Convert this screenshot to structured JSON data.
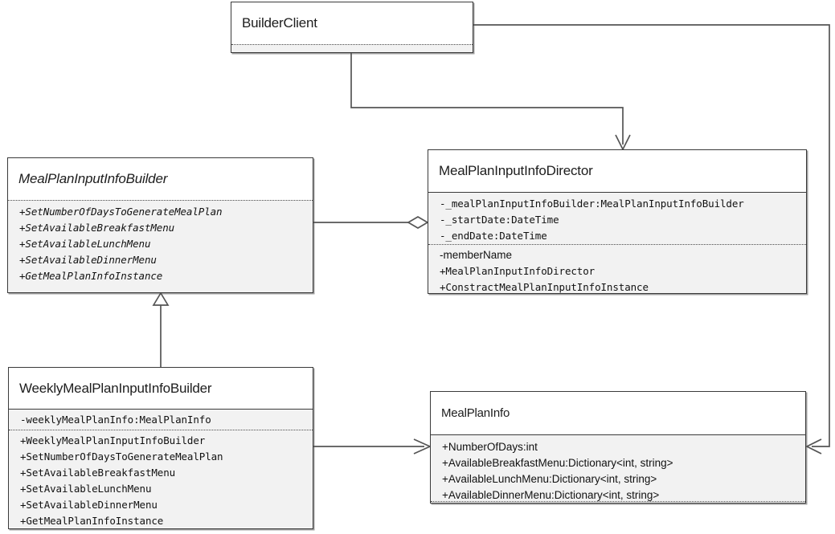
{
  "diagram": {
    "kind": "uml-class-diagram",
    "title": "Builder pattern meal plan class diagram",
    "background": "#ffffff",
    "line_color": "#555555",
    "border_color": "#3a3a3a",
    "compartment_fill": "#f2f2f2"
  },
  "classes": {
    "builder_client": {
      "name": "BuilderClient",
      "abstract": false,
      "attributes": [],
      "methods": []
    },
    "meal_plan_input_info_builder": {
      "name": "MealPlanInputInfoBuilder",
      "abstract": true,
      "attributes": [],
      "methods": [
        "+SetNumberOfDaysToGenerateMealPlan",
        "+SetAvailableBreakfastMenu",
        "+SetAvailableLunchMenu",
        "+SetAvailableDinnerMenu",
        "+GetMealPlanInfoInstance"
      ]
    },
    "meal_plan_input_info_director": {
      "name": "MealPlanInputInfoDirector",
      "abstract": false,
      "attributes": [
        "-_mealPlanInputInfoBuilder:MealPlanInputInfoBuilder",
        "-_startDate:DateTime",
        "-_endDate:DateTime"
      ],
      "methods": [
        "-memberName",
        "+MealPlanInputInfoDirector",
        "+ConstractMealPlanInputInfoInstance"
      ]
    },
    "weekly_meal_plan_input_info_builder": {
      "name": "WeeklyMealPlanInputInfoBuilder",
      "abstract": false,
      "attributes": [
        "-weeklyMealPlanInfo:MealPlanInfo"
      ],
      "methods": [
        "+WeeklyMealPlanInputInfoBuilder",
        "+SetNumberOfDaysToGenerateMealPlan",
        "+SetAvailableBreakfastMenu",
        "+SetAvailableLunchMenu",
        "+SetAvailableDinnerMenu",
        "+GetMealPlanInfoInstance"
      ]
    },
    "meal_plan_info": {
      "name": "MealPlanInfo",
      "abstract": false,
      "attributes": [
        "+NumberOfDays:int",
        "+AvailableBreakfastMenu:Dictionary<int, string>",
        "+AvailableLunchMenu:Dictionary<int, string>",
        "+AvailableDinnerMenu:Dictionary<int, string>"
      ],
      "methods": []
    }
  },
  "relationships": [
    {
      "id": "client-to-director",
      "type": "dependency",
      "from": "BuilderClient",
      "to": "MealPlanInputInfoDirector",
      "arrow": "open-arrow"
    },
    {
      "id": "client-to-mealplaninfo",
      "type": "dependency",
      "from": "BuilderClient",
      "to": "MealPlanInfo",
      "arrow": "open-arrow"
    },
    {
      "id": "builder-to-director",
      "type": "aggregation",
      "from": "MealPlanInputInfoBuilder",
      "to": "MealPlanInputInfoDirector",
      "arrow": "hollow-diamond"
    },
    {
      "id": "weekly-inherits-builder",
      "type": "generalization",
      "from": "WeeklyMealPlanInputInfoBuilder",
      "to": "MealPlanInputInfoBuilder",
      "arrow": "hollow-triangle"
    },
    {
      "id": "weekly-to-mealplaninfo",
      "type": "association",
      "from": "WeeklyMealPlanInputInfoBuilder",
      "to": "MealPlanInfo",
      "arrow": "open-arrow"
    }
  ]
}
